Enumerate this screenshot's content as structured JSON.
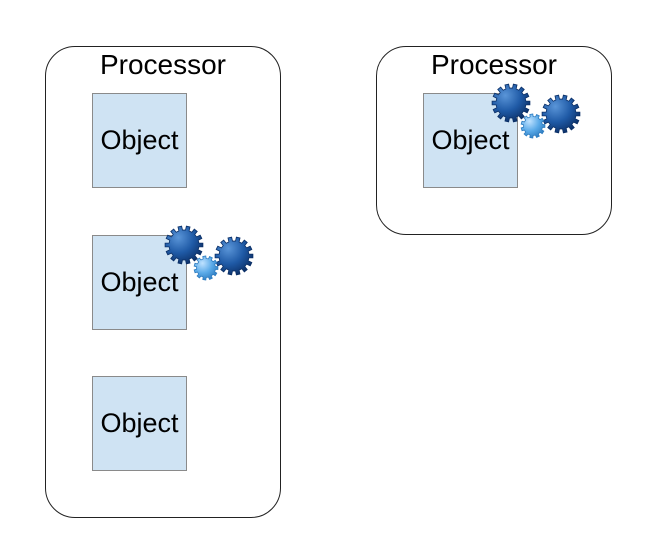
{
  "diagram": {
    "left_processor": {
      "title": "Processor",
      "objects": [
        {
          "label": "Object",
          "has_gears": false
        },
        {
          "label": "Object",
          "has_gears": true
        },
        {
          "label": "Object",
          "has_gears": false
        }
      ]
    },
    "right_processor": {
      "title": "Processor",
      "objects": [
        {
          "label": "Object",
          "has_gears": true
        }
      ]
    }
  },
  "colors": {
    "object_fill": "#cfe3f3",
    "object_border": "#8a8a8a",
    "gear_dark": "#1f5aa6",
    "gear_light": "#5aaae8",
    "processor_border": "#222222"
  },
  "icons": {
    "gears": "gears-icon"
  }
}
